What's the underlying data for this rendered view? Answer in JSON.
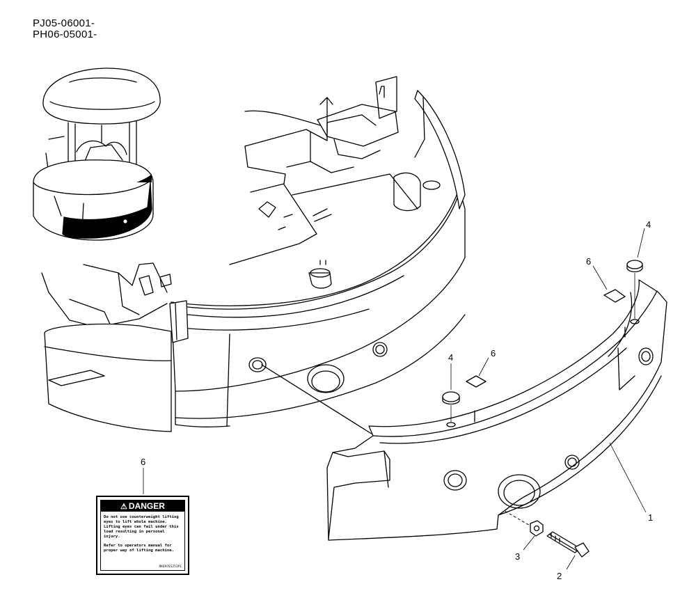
{
  "header": {
    "serial_1": "PJ05-06001-",
    "serial_2": "PH06-05001-"
  },
  "callouts": {
    "counterweight": "1",
    "bolt": "2",
    "washer": "3",
    "cap_upper": "4",
    "cap_lower": "4",
    "decal_upper": "6",
    "decal_lower": "6",
    "decal_detail": "6"
  },
  "danger_label": {
    "title": "DANGER",
    "text_1": "Do not use counterweight lifting eyes to lift whole machine. Lifting eyes can fail under this load resulting in personal injury.",
    "text_2": "Refer to operators manual for proper way of lifting machine.",
    "code": "RK69701251P1"
  }
}
